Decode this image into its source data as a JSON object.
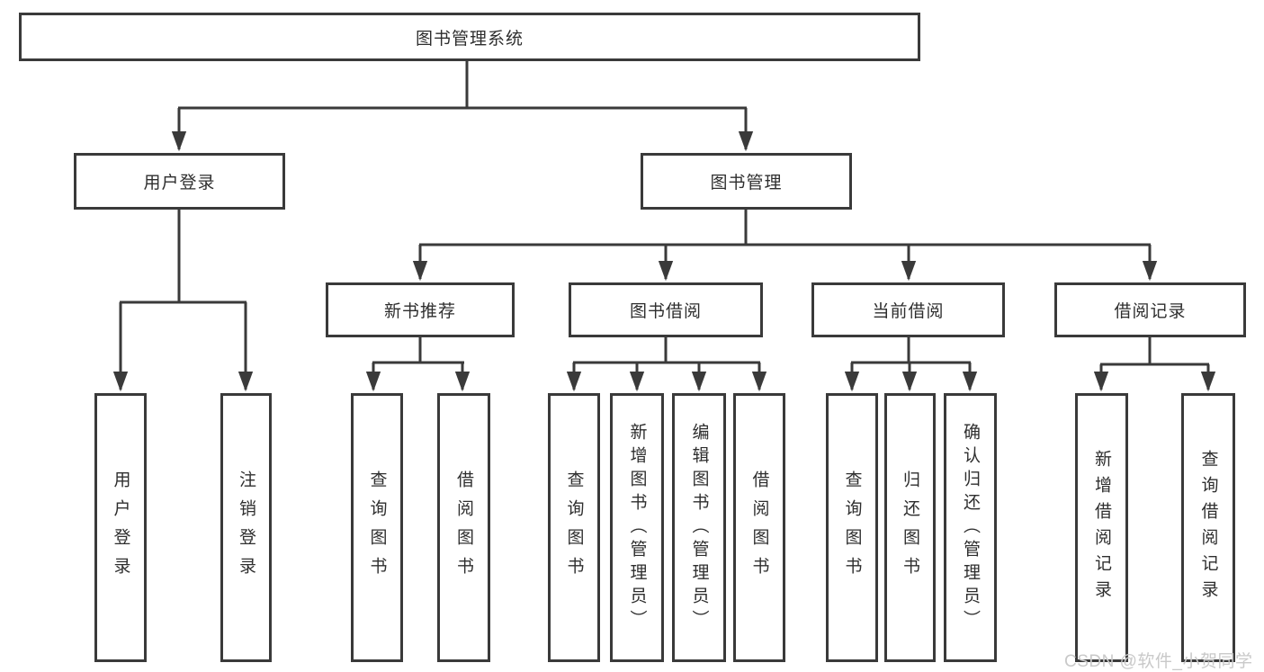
{
  "diagram": {
    "background": "#ffffff",
    "line_color": "#3a3a3a",
    "text_color": "#2e2e2e",
    "watermark": {
      "text": "CSDN @软件_小贺同学",
      "color": "#c9c9c9"
    },
    "tree": {
      "label": "图书管理系统",
      "children": [
        {
          "label": "用户登录",
          "children": [
            {
              "label": "用户登录"
            },
            {
              "label": "注销登录"
            }
          ]
        },
        {
          "label": "图书管理",
          "children": [
            {
              "label": "新书推荐",
              "children": [
                {
                  "label": "查询图书"
                },
                {
                  "label": "借阅图书"
                }
              ]
            },
            {
              "label": "图书借阅",
              "children": [
                {
                  "label": "查询图书"
                },
                {
                  "label": "新增图书（管理员）"
                },
                {
                  "label": "编辑图书（管理员）"
                },
                {
                  "label": "借阅图书"
                }
              ]
            },
            {
              "label": "当前借阅",
              "children": [
                {
                  "label": "查询图书"
                },
                {
                  "label": "归还图书"
                },
                {
                  "label": "确认归还（管理员）"
                }
              ]
            },
            {
              "label": "借阅记录",
              "children": [
                {
                  "label": "新增借阅记录"
                },
                {
                  "label": "查询借阅记录"
                }
              ]
            }
          ]
        }
      ]
    }
  }
}
